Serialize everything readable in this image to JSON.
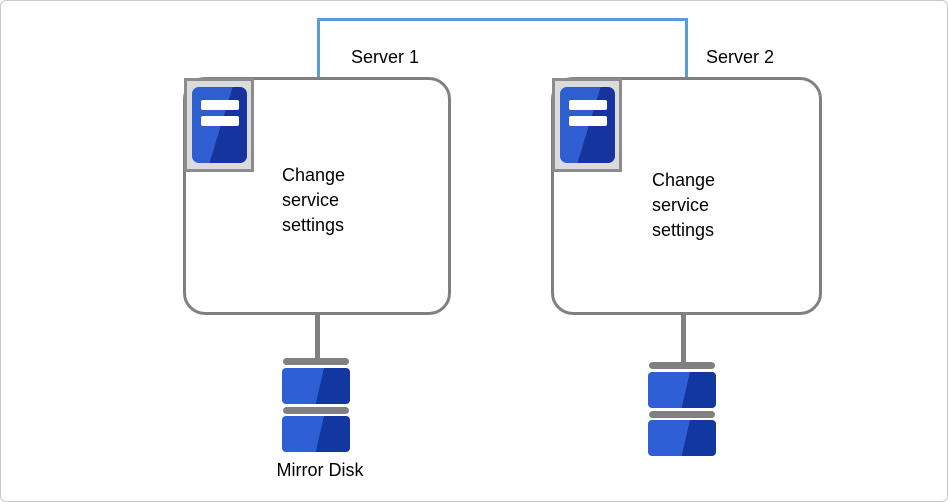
{
  "diagram_type": "mirror-disk-cluster",
  "colors": {
    "link_blue": "#5B9BD5",
    "outline_gray": "#808080",
    "icon_blue_light": "#2E5ECF",
    "icon_blue_dark": "#15349D",
    "icon_frame_gray": "#dbdbdb"
  },
  "icons": {
    "server": "server-tower-icon",
    "disk": "disk-stack-icon"
  },
  "servers": [
    {
      "label": "Server 1",
      "action": "Change\nservice\nsettings"
    },
    {
      "label": "Server 2",
      "action": "Change\nservice\nsettings"
    }
  ],
  "mirror_disk_label": "Mirror Disk"
}
